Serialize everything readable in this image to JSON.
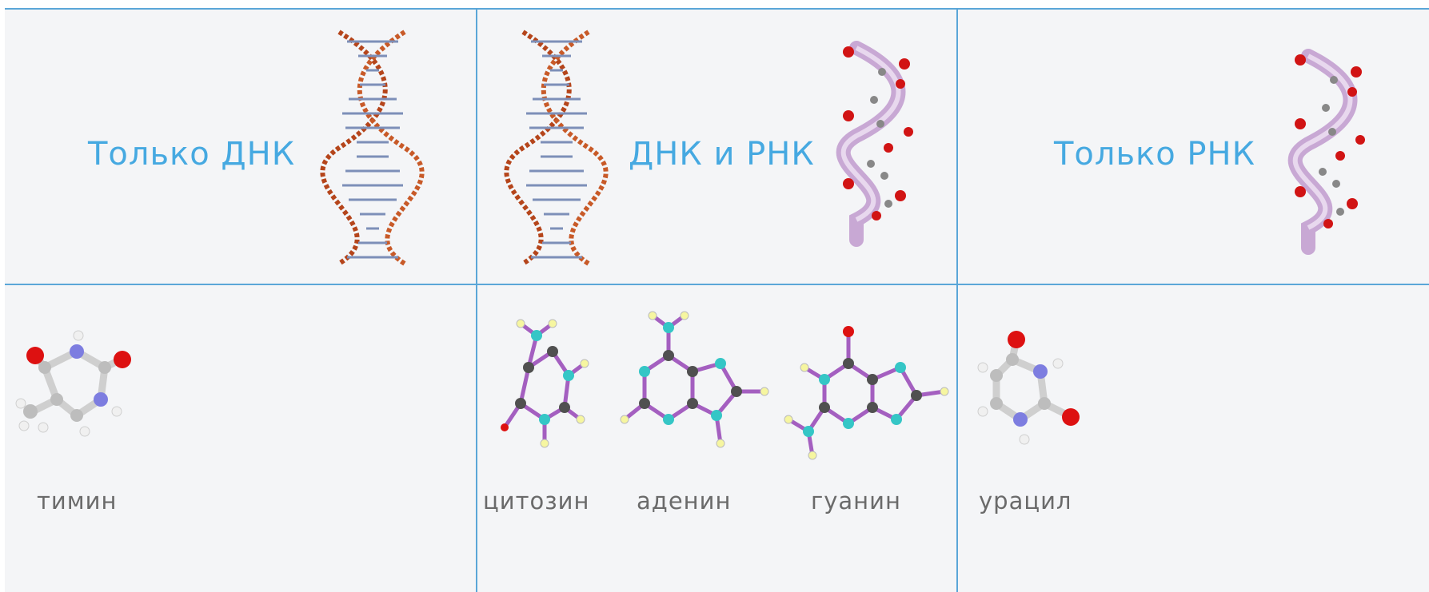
{
  "headers": {
    "dna_only": "Только ДНК",
    "dna_and_rna": "ДНК и РНК",
    "rna_only": "Только РНК"
  },
  "bases": {
    "thymine": "тимин",
    "cytosine": "цитозин",
    "adenine": "аденин",
    "guanine": "гуанин",
    "uracil": "урацил"
  },
  "colors": {
    "grid_line": "#5aa6d8",
    "header_text": "#46a9e1",
    "label_text": "#6a6a6a",
    "background": "#f4f5f7"
  }
}
